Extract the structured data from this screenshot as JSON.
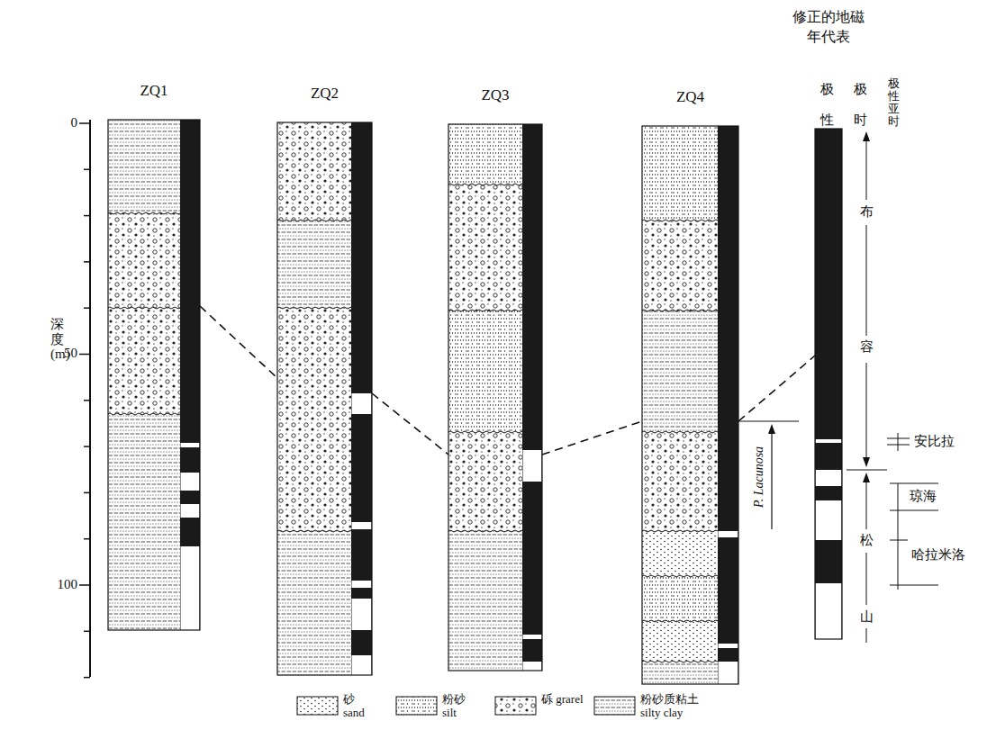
{
  "diagram": {
    "nodes": [
      {
        "text": [
          "ZQ1"
        ]
      },
      {
        "text": [
          "ZQ2"
        ]
      },
      {
        "text": [
          "ZQ3"
        ]
      },
      {
        "text": [
          "ZQ4"
        ]
      },
      {
        "text": [
          "修正的地磁 年代表"
        ]
      }
    ],
    "edges": [
      {
        "from": 0,
        "to": 1,
        "arrow": "none"
      },
      {
        "from": 1,
        "to": 2,
        "arrow": "none"
      },
      {
        "from": 2,
        "to": 3,
        "arrow": "none"
      },
      {
        "from": 3,
        "to": 4,
        "arrow": "none"
      }
    ],
    "labels": [
      "0",
      "50",
      "100",
      "深度 (m)",
      "P. Lacunosa",
      "极性",
      "极时",
      "极性亚时",
      "布容",
      "松山",
      "安比拉",
      "琼海",
      "哈拉米洛"
    ],
    "legend": [
      {
        "text": "砂 sand"
      },
      {
        "text": "粉砂 silt"
      },
      {
        "text": "砾 grarel"
      },
      {
        "text": "粉砂质粘土 silty clay"
      }
    ]
  }
}
